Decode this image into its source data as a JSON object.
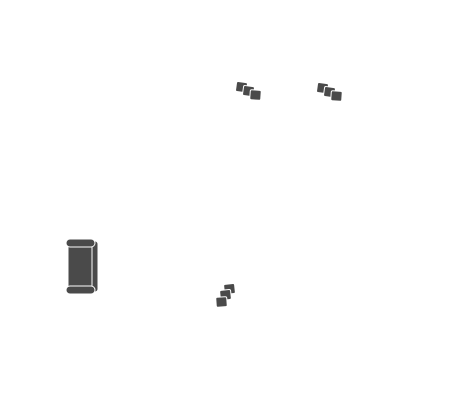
{
  "canvas": {
    "background": "#ffffff"
  },
  "furniture": [
    {
      "id": "chair-group-1",
      "icon": "stacked-chairs-icon",
      "color": "#4a4a4a",
      "count": 3
    },
    {
      "id": "chair-group-2",
      "icon": "stacked-chairs-icon",
      "color": "#4a4a4a",
      "count": 3
    },
    {
      "id": "chair-group-3",
      "icon": "stacked-chairs-icon",
      "color": "#4a4a4a",
      "count": 3
    },
    {
      "id": "sofa-1",
      "icon": "sofa-icon",
      "color": "#4a4a4a"
    }
  ]
}
